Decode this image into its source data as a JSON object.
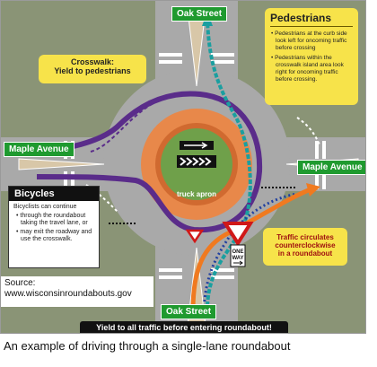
{
  "streets": {
    "north": "Oak Street",
    "south": "Oak Street",
    "west": "Maple Avenue",
    "east": "Maple Avenue"
  },
  "crosswalk_note": {
    "line1": "Crosswalk:",
    "line2": "Yield to pedestrians"
  },
  "pedestrians": {
    "title": "Pedestrians",
    "bullets": [
      "Pedestrians at the curb side look left for oncoming traffic before crossing",
      "Pedestrians within the crosswalk island area look right for oncoming traffic before crossing."
    ]
  },
  "bicycles": {
    "title": "Bicycles",
    "intro": "Bicyclists can continue",
    "items": [
      "through the roundabout taking the travel lane, or",
      "may exit the roadway and use the crosswalk."
    ]
  },
  "traffic_note": {
    "line1": "Traffic circulates",
    "line2": "counterclockwise",
    "line3": "in a roundabout"
  },
  "truck_apron": "truck apron",
  "one_way": {
    "line1": "ONE",
    "line2": "WAY"
  },
  "source": {
    "line1": "Source:",
    "line2": "www.wisconsinroundabouts.gov"
  },
  "yield_banner": "Yield to all traffic before entering roundabout!",
  "caption": "An example of driving through a single-lane roundabout",
  "colors": {
    "street_sign": "#1f9a2f",
    "callout": "#f7e34a",
    "purple_path": "#5a2c8a",
    "teal_path": "#1a9fa0",
    "orange_path": "#f07a20",
    "center_island": "#e8884a"
  }
}
